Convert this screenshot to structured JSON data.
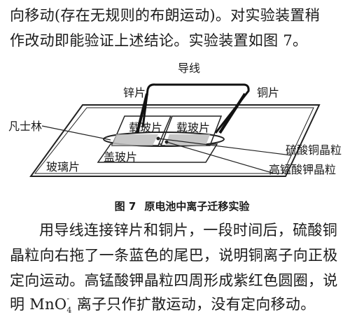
{
  "paragraph1": {
    "line1": "向移动(存在无规则的布朗运动)。对实验装置稍",
    "line2": "作改动即能验证上述结论。实验装置如图 7。"
  },
  "figure": {
    "labels": {
      "wire": "导线",
      "zinc": "锌片",
      "copper": "铜片",
      "vaseline": "凡士林",
      "slide_left": "载玻片",
      "slide_right": "载玻片",
      "coverslip": "盖玻片",
      "glass": "玻璃片",
      "cuso4": "硫酸铜晶粒",
      "kmno4": "高锰酸钾晶粒"
    },
    "caption_number": "图 7",
    "caption_title": "原电池中离子迁移实验"
  },
  "paragraph2": {
    "line1": "用导线连接锌片和铜片，一段时间后，硫酸铜",
    "line2": "晶粒向右拖了一条蓝色的尾巴，说明铜离子向正极",
    "line3": "定向运动。高锰酸钾晶粒四周形成紫红色圆圈，说",
    "line4_prefix": "明 MnO",
    "line4_sub": "4",
    "line4_sup": "-",
    "line4_suffix": " 离子只作扩散运动，没有定向移动。"
  }
}
